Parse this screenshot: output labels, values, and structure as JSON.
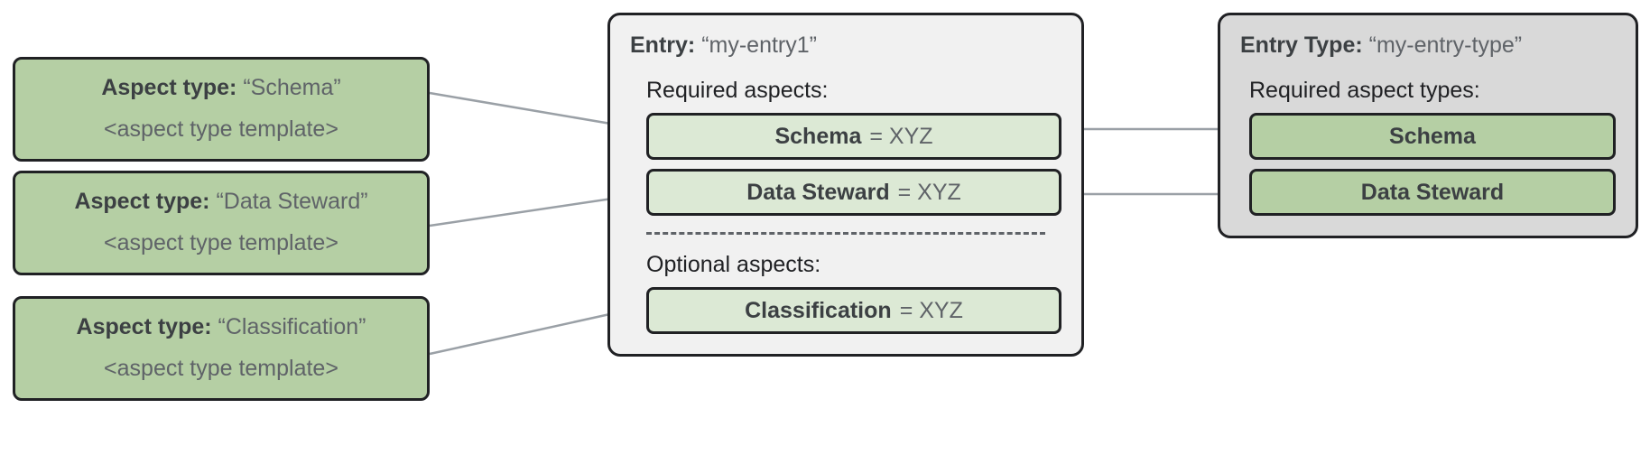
{
  "diagram": {
    "aspect_type_cards": [
      {
        "key_label": "Aspect type:",
        "name": "“Schema”",
        "template_label": "<aspect type template>"
      },
      {
        "key_label": "Aspect type:",
        "name": "“Data Steward”",
        "template_label": "<aspect type template>"
      },
      {
        "key_label": "Aspect type:",
        "name": "“Classification”",
        "template_label": "<aspect type template>"
      }
    ],
    "entry_panel": {
      "key_label": "Entry:",
      "name": "“my-entry1”",
      "required_label": "Required aspects:",
      "required_aspects": [
        {
          "name": "Schema",
          "value": "= XYZ"
        },
        {
          "name": "Data Steward",
          "value": "= XYZ"
        }
      ],
      "optional_label": "Optional aspects:",
      "optional_aspects": [
        {
          "name": "Classification",
          "value": "= XYZ"
        }
      ]
    },
    "entry_type_panel": {
      "key_label": "Entry Type:",
      "name": "“my-entry-type”",
      "required_label": "Required aspect types:",
      "required_aspect_types": [
        {
          "name": "Schema"
        },
        {
          "name": "Data Steward"
        }
      ]
    },
    "colors": {
      "aspect_type_green": "#b5cfa4",
      "aspect_chip_green": "#dce9d5",
      "entry_panel_gray": "#f1f1f1",
      "entry_type_panel_gray": "#d9d9d9",
      "outline": "#202124",
      "connector": "#9aa0a6",
      "text_primary": "#3c4043",
      "text_secondary": "#5f6368"
    }
  }
}
